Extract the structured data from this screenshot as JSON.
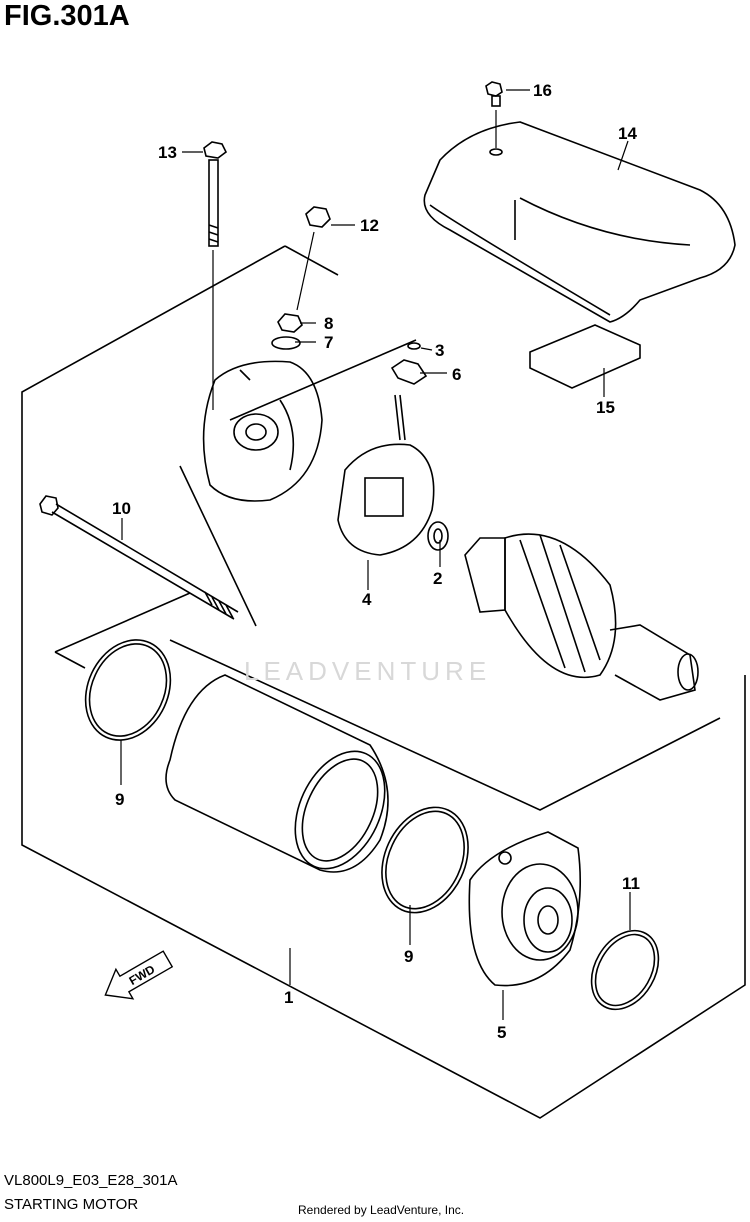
{
  "figure": {
    "title": "FIG.301A",
    "code": "VL800L9_E03_E28_301A",
    "name": "STARTING MOTOR",
    "rendered_by": "Rendered by LeadVenture, Inc.",
    "watermark": "LEADVENTURE",
    "fwd_label": "FWD"
  },
  "callouts": [
    "16",
    "14",
    "13",
    "12",
    "8",
    "7",
    "3",
    "6",
    "15",
    "10",
    "4",
    "2",
    "9",
    "1",
    "9",
    "11",
    "5"
  ],
  "colors": {
    "line": "#000000",
    "background": "#ffffff",
    "watermark": "#d8d8d8"
  }
}
